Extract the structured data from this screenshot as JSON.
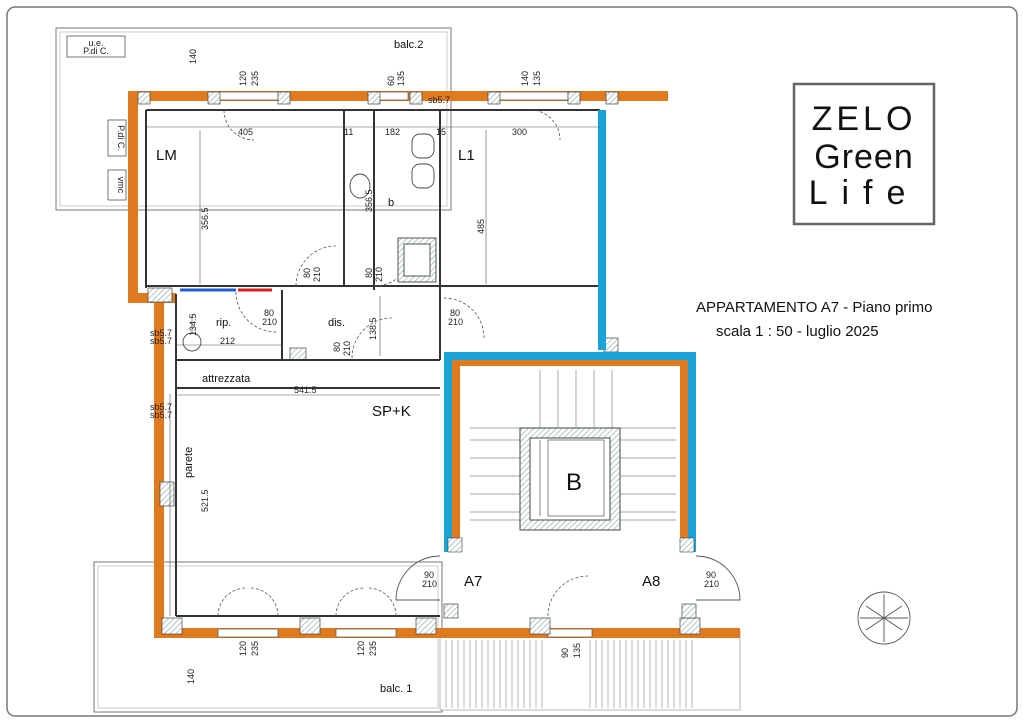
{
  "logo": {
    "line1": "ZELO",
    "line2": "Green",
    "line3": "Life"
  },
  "title": {
    "line1": "APPARTAMENTO  A7 - Piano primo",
    "line2": "scala 1 : 50 - luglio 2025"
  },
  "rooms": {
    "lm": "LM",
    "b": "b",
    "l1": "L1",
    "rip": "rip.",
    "dis": "dis.",
    "spk": "SP+K",
    "a7": "A7",
    "a8": "A8",
    "stair": "B",
    "attrezzata": "attrezzata",
    "parete": "parete",
    "balc2": "balc.2",
    "balc1": "balc. 1",
    "ue": "u.e.",
    "pdic": "P.di C.",
    "pdic2": "P.di C.",
    "vmc": "vmc"
  },
  "dims": {
    "w405": "405",
    "w182": "182",
    "w15": "15",
    "w300": "300",
    "w11": "11",
    "h3565a": "356.5",
    "h3565b": "356.5",
    "h485": "485",
    "w212": "212",
    "h345": "134.5",
    "h1385": "138.5",
    "w5415": "541.5",
    "h5215": "521.5",
    "w120a": "120",
    "w235a": "235",
    "w60": "60",
    "w135a": "135",
    "w140a": "140",
    "w135b": "135",
    "w140b": "140",
    "w140c": "140",
    "w120b": "120",
    "w235b": "235",
    "w120c": "120",
    "w235c": "235",
    "w90": "90",
    "w135c": "135",
    "d80a": "80",
    "d210a": "210",
    "d80b": "80",
    "d210b": "210",
    "d80c": "80",
    "d210c": "210",
    "d80d": "80",
    "d210d": "210",
    "d80e": "80",
    "d210e": "210",
    "d90a": "90",
    "d210f": "210",
    "d90b": "90",
    "d210g": "210",
    "q1": "sb5.7",
    "q2": "sb5.7",
    "q3": "sb5.7",
    "q4": "sb5.7",
    "q5": "sb5.7"
  },
  "colors": {
    "wall": "#e07a1e",
    "insulation": "#1aa3d6",
    "hatch": "#9aa",
    "frame": "#444",
    "logo": "#555",
    "red_line": "#d42020",
    "blue_line": "#1f5fd0",
    "marker": "#c040c0"
  }
}
